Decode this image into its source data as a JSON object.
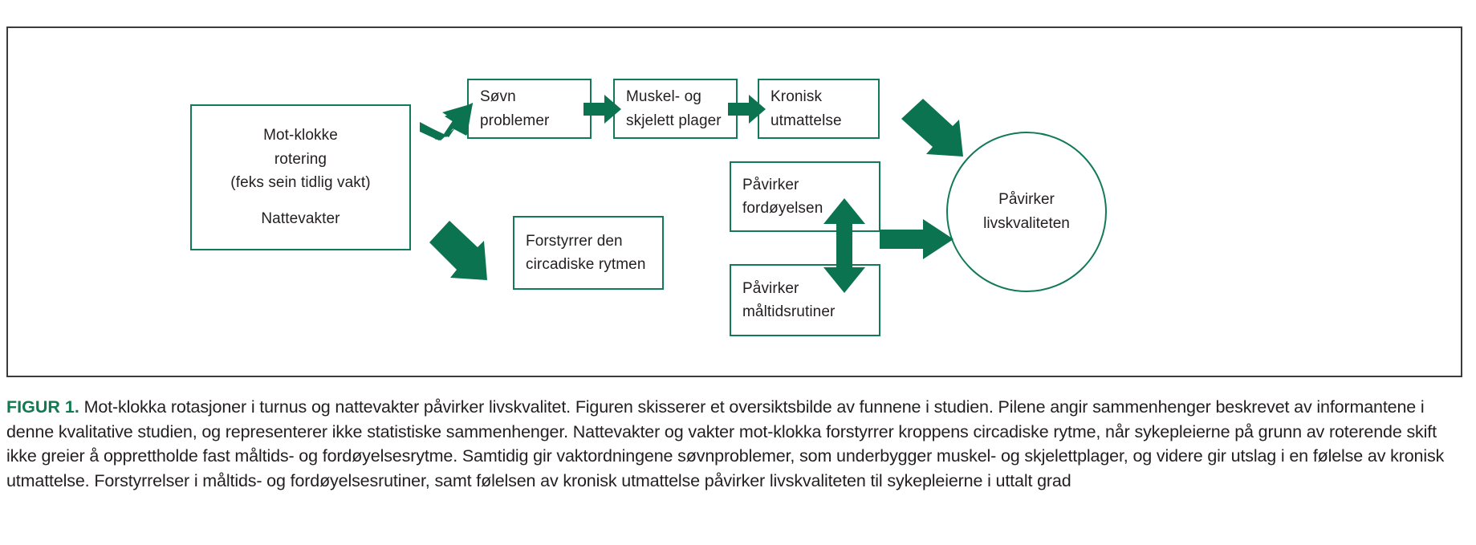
{
  "figure": {
    "nodes": {
      "source": {
        "name": "Mot-klokke rotering",
        "line1": "Mot-klokke",
        "line2": "rotering",
        "line3": "(feks sein tidlig vakt)",
        "line4": "Nattevakter"
      },
      "sleep": {
        "line1": "Søvn",
        "line2": "problemer"
      },
      "musculoskeletal": {
        "line1": "Muskel- og",
        "line2": "skjelett plager"
      },
      "fatigue": {
        "line1": "Kronisk",
        "line2": "utmattelse"
      },
      "circadian": {
        "line1": "Forstyrrer den",
        "line2": "circadiske rytmen"
      },
      "digestion": {
        "line1": "Påvirker",
        "line2": "fordøyelsen"
      },
      "meals": {
        "line1": "Påvirker",
        "line2": "måltidsrutiner"
      },
      "quality_of_life": {
        "line1": "Påvirker",
        "line2": "livskvaliteten"
      }
    },
    "arrows": [
      {
        "id": "source-to-sleep",
        "icon": "arrow-up-right-icon"
      },
      {
        "id": "sleep-to-musculoskeletal",
        "icon": "arrow-right-icon"
      },
      {
        "id": "musculoskeletal-to-fatigue",
        "icon": "arrow-right-icon"
      },
      {
        "id": "fatigue-to-quality-of-life",
        "icon": "arrow-down-right-icon"
      },
      {
        "id": "source-to-circadian",
        "icon": "arrow-down-right-icon"
      },
      {
        "id": "digestion-meals-bidirectional",
        "icon": "arrow-up-down-icon"
      },
      {
        "id": "meals-to-quality-of-life",
        "icon": "arrow-right-icon"
      }
    ],
    "colors": {
      "accent_green": "#12795a",
      "arrow_green": "#0c7350",
      "frame_gray": "#3b3b3b",
      "text": "#231f20"
    }
  },
  "caption": {
    "label": "FIGUR 1.",
    "text": " Mot-klokka rotasjoner i turnus og nattevakter påvirker livskvalitet. Figuren skisserer et oversiktsbilde av funnene i studien. Pilene angir sammenhenger beskrevet av informantene i denne kvalitative studien, og representerer ikke statistiske sammenhenger. Nattevakter og vakter mot-klokka forstyrrer kroppens circadiske rytme, når sykepleierne på grunn av roterende skift ikke greier å opprettholde fast måltids- og fordøyelsesrytme. Samtidig gir vaktordningene søvnproblemer, som underbygger muskel- og skjelettplager, og videre gir utslag i en følelse av kronisk utmattelse. Forstyrrelser i måltids- og fordøyelsesrutiner, samt følelsen av kronisk utmattelse påvirker livskvaliteten til sykepleierne i uttalt grad"
  }
}
